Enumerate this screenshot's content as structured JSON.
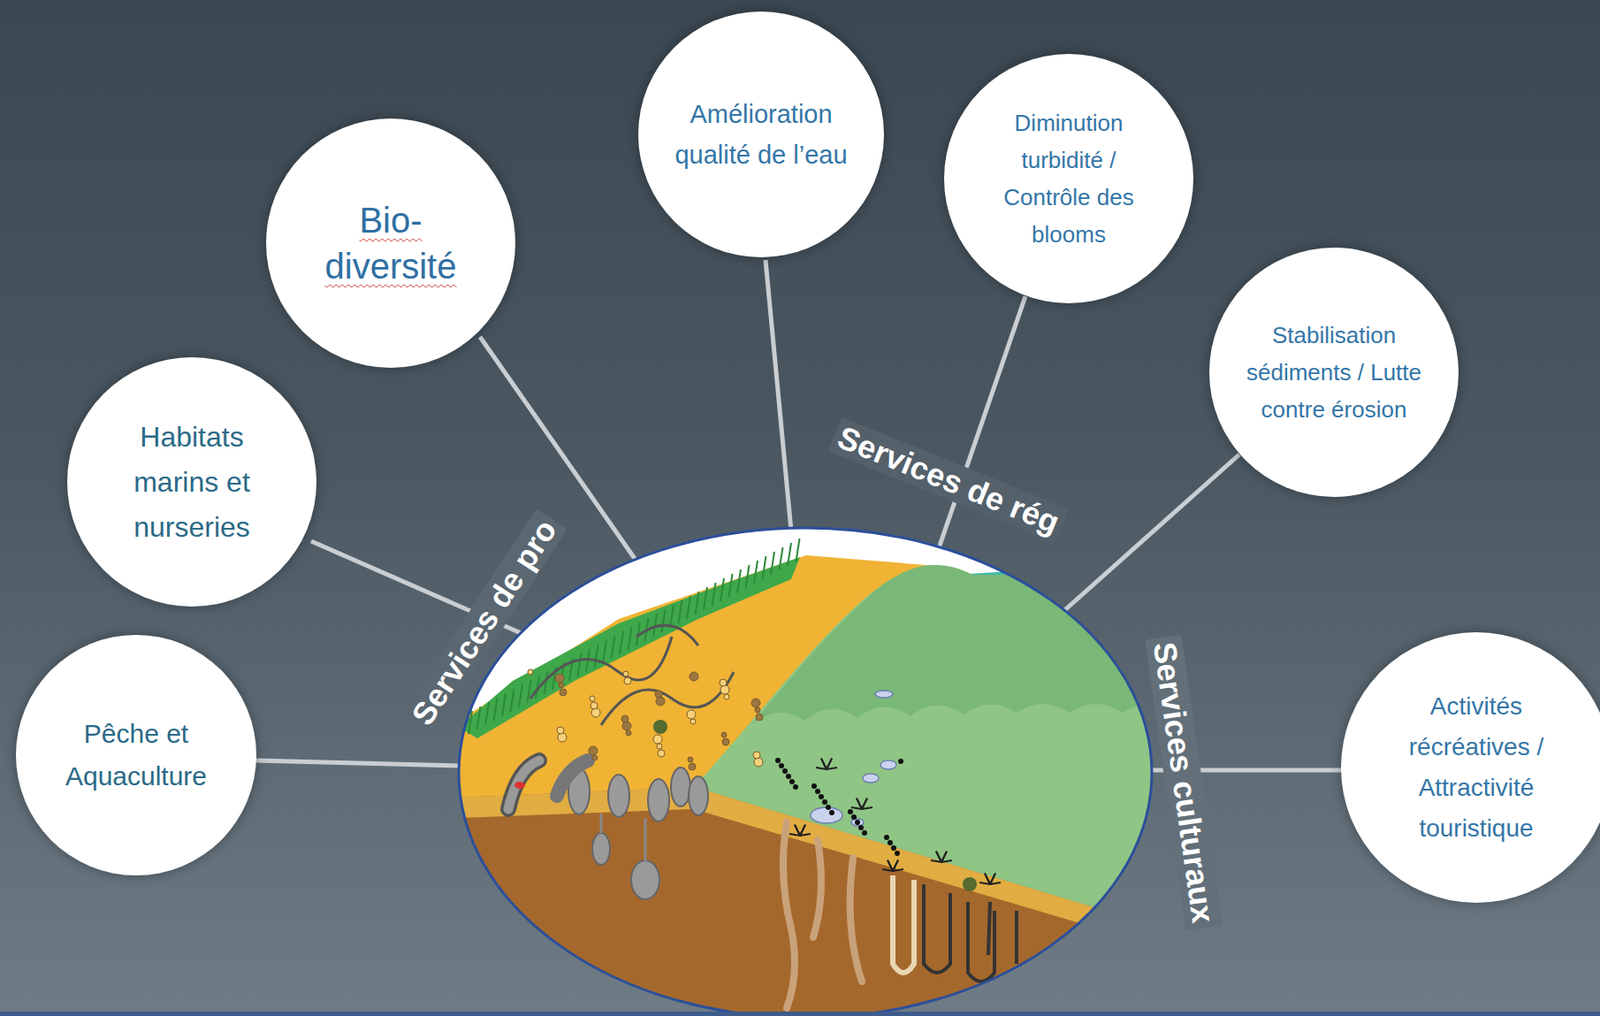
{
  "diagram": {
    "nodes": [
      {
        "text": [
          "Pêche et Aquaculture"
        ]
      },
      {
        "text": [
          "Habitats marins et nurseries"
        ]
      },
      {
        "text": [
          "Bio- diversité"
        ]
      },
      {
        "text": [
          "Amélioration qualité de l’eau"
        ]
      },
      {
        "text": [
          "Diminution turbidité / Contrôle des blooms"
        ]
      },
      {
        "text": [
          "Stabilisation sédiments / Lutte contre érosion"
        ]
      },
      {
        "text": [
          "Activités récréatives / Attractivité touristique"
        ]
      }
    ],
    "labels": [
      "Services de pro",
      "Services de rég",
      "Services culturaux"
    ]
  }
}
